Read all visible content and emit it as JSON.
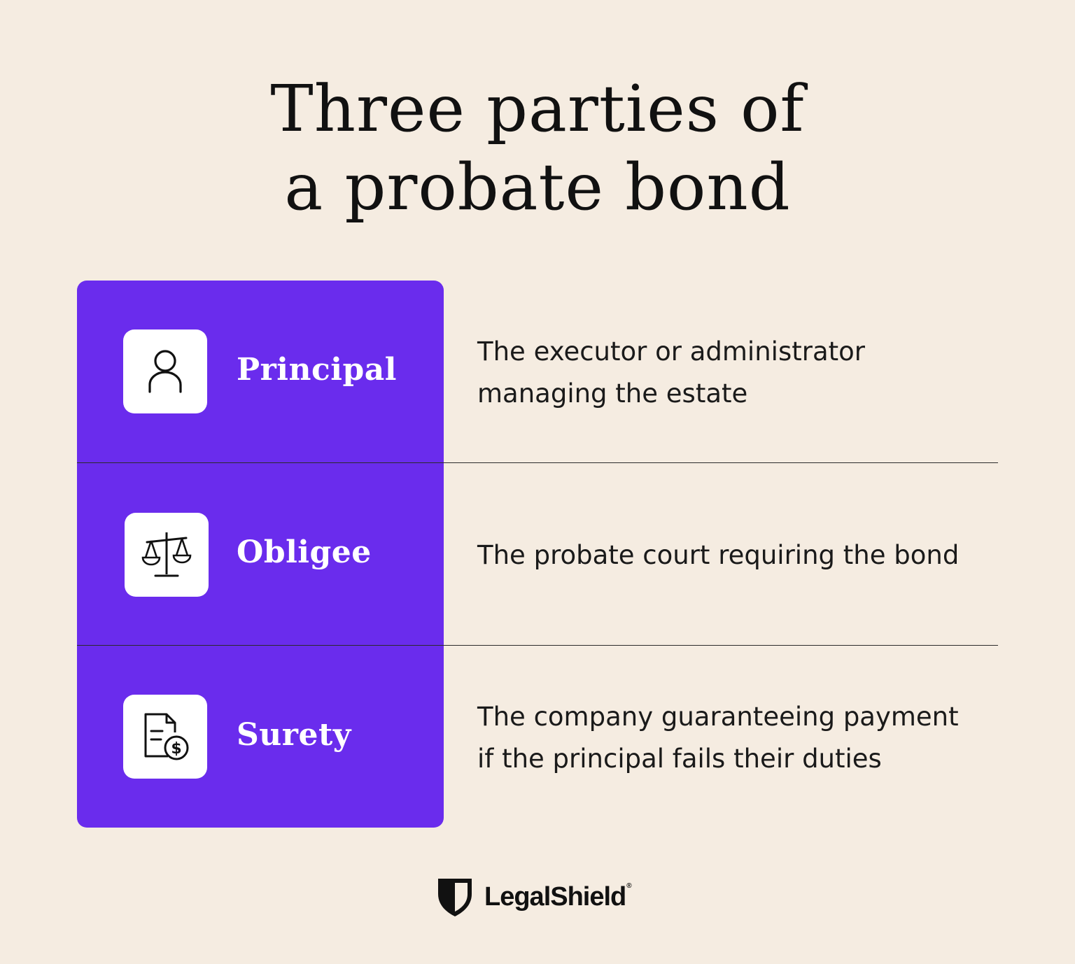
{
  "title": {
    "line1": "Three parties of",
    "line2": "a probate bond"
  },
  "colors": {
    "background": "#f5ece1",
    "panel": "#6a2ced",
    "icon_box": "#ffffff",
    "text": "#111111"
  },
  "parties": [
    {
      "name": "Principal",
      "icon": "person-icon",
      "description_lines": [
        "The executor or administrator",
        "managing the estate"
      ]
    },
    {
      "name": "Obligee",
      "icon": "scales-icon",
      "description_lines": [
        "The probate court requiring the bond"
      ]
    },
    {
      "name": "Surety",
      "icon": "document-dollar-icon",
      "description_lines": [
        "The company guaranteeing payment",
        "if the principal fails their duties"
      ]
    }
  ],
  "logo": {
    "text": "LegalShield",
    "mark": "®",
    "icon": "shield-icon"
  }
}
